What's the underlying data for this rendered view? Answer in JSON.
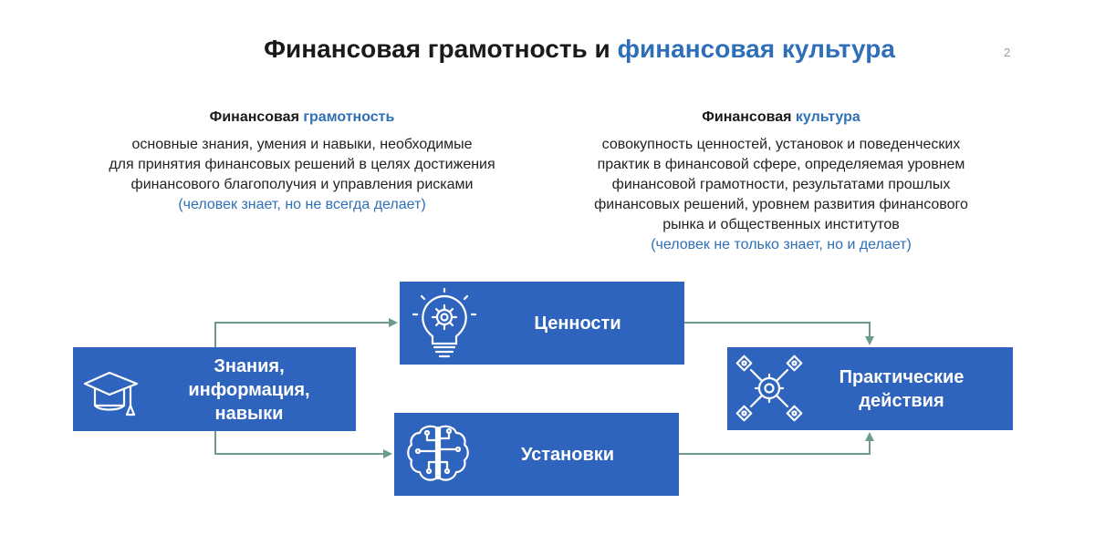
{
  "title": {
    "part1": "Финансовая грамотность и ",
    "part2": "финансовая культура"
  },
  "slide_number": "2",
  "left_column": {
    "heading_part1": "Финансовая ",
    "heading_part2": "грамотность",
    "lines": [
      "основные знания, умения и навыки, необходимые",
      "для принятия финансовых решений в целях достижения",
      "финансового благополучия и управления рисками"
    ],
    "note": "(человек знает, но не всегда делает)"
  },
  "right_column": {
    "heading_part1": "Финансовая ",
    "heading_part2": "культура",
    "lines": [
      "совокупность ценностей, установок и поведенческих",
      "практик в финансовой сфере, определяемая уровнем",
      "финансовой грамотности, результатами прошлых",
      "финансовых решений, уровнем развития финансового",
      "рынка и общественных институтов"
    ],
    "note": "(человек не только знает, но и делает)"
  },
  "boxes": {
    "knowledge": {
      "lines": [
        "Знания,",
        "информация,",
        "навыки"
      ],
      "icon": "graduation-cap-icon"
    },
    "values": {
      "label": "Ценности",
      "icon": "lightbulb-gear-icon"
    },
    "attitudes": {
      "label": "Установки",
      "icon": "brain-circuit-icon"
    },
    "actions": {
      "lines": [
        "Практические",
        "действия"
      ],
      "icon": "gear-network-icon"
    }
  },
  "colors": {
    "accent": "#2f6fb8",
    "box_fill": "#2e64bd",
    "arrow": "#6b9b8a"
  }
}
